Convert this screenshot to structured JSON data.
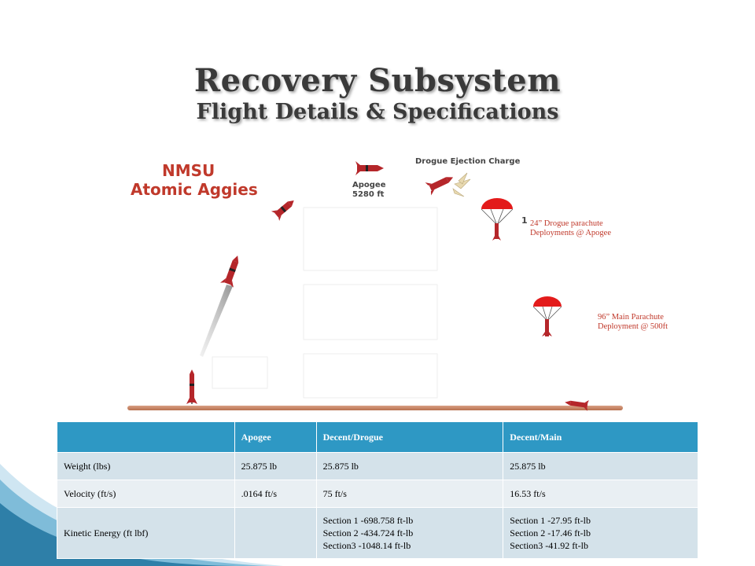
{
  "slide": {
    "title": "Recovery Subsystem",
    "subtitle": "Flight Details & Specifications"
  },
  "diagram": {
    "team_line1": "NMSU",
    "team_line2": "Atomic Aggies",
    "apogee_label": "Apogee",
    "apogee_altitude": "5280 ft",
    "drogue_charge_label": "Drogue Ejection Charge",
    "step_number": "1",
    "drogue_note_line1": "24” Drogue parachute",
    "drogue_note_line2": "Deployments @ Apogee",
    "main_note_line1": "96” Main Parachute",
    "main_note_line2": "Deployment  @ 500ft",
    "colors": {
      "rocket_red": "#b5262a",
      "parachute_red": "#e31b1b",
      "ground": "#c8866a"
    }
  },
  "table": {
    "headers": [
      "",
      "Apogee",
      "Decent/Drogue",
      "Decent/Main"
    ],
    "rows": [
      {
        "label": "Weight (lbs)",
        "apogee": "25.875 lb",
        "drogue": [
          "25.875 lb"
        ],
        "main": [
          "25.875 lb"
        ]
      },
      {
        "label": "Velocity (ft/s)",
        "apogee": ".0164 ft/s",
        "drogue": [
          "75 ft/s"
        ],
        "main": [
          "16.53 ft/s"
        ]
      },
      {
        "label": "Kinetic Energy (ft lbf)",
        "apogee": "",
        "drogue": [
          "Section 1 -698.758 ft-lb",
          "Section 2 -434.724 ft-lb",
          "Section3 -1048.14 ft-lb"
        ],
        "main": [
          "Section 1 -27.95 ft-lb",
          "Section 2 -17.46 ft-lb",
          "Section3  -41.92 ft-lb"
        ]
      }
    ],
    "colors": {
      "header": "#2e98c4",
      "row_dark": "#d4e2ea",
      "row_light": "#e9eff3"
    }
  }
}
